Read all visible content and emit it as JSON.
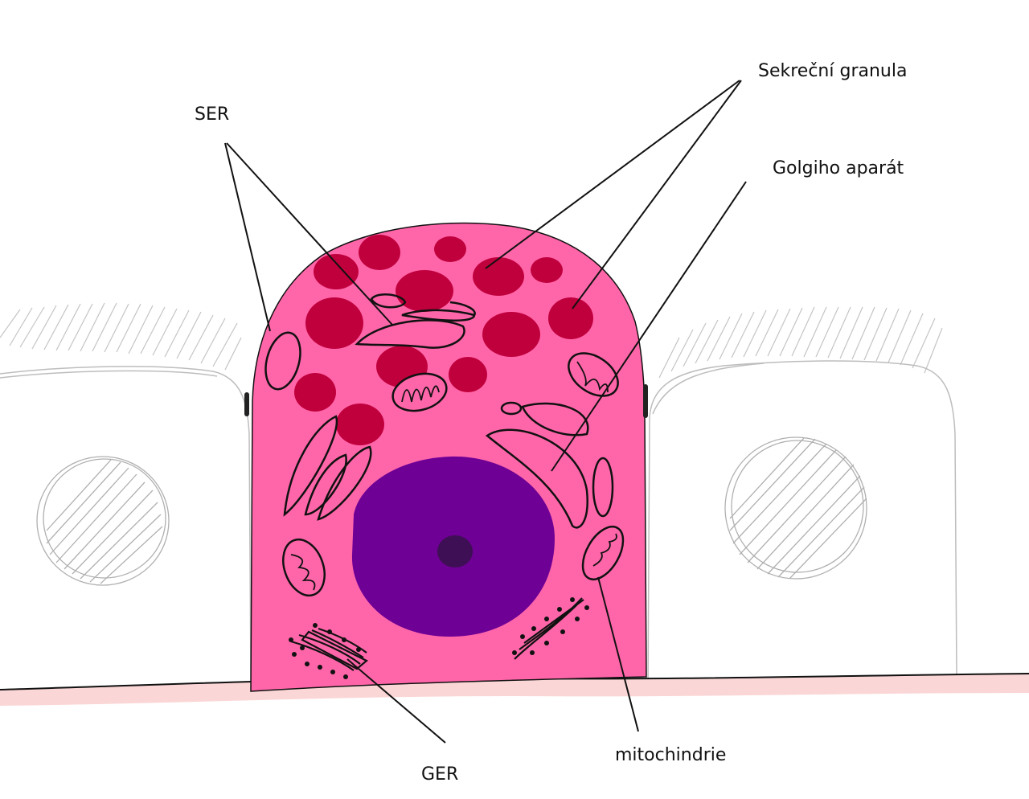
{
  "labels": {
    "ser": "SER",
    "secretory_granules": "Sekreční granula",
    "golgi": "Golgiho aparát",
    "mitochondria": "mitochindrie",
    "ger": "GER"
  },
  "colors": {
    "cytoplasm": "#ff66aa",
    "granule": "#c0003c",
    "nucleus": "#6e0095",
    "nucleolus": "#3f0f55",
    "basement_membrane": "#f4a6a6",
    "outline": "#111111",
    "neighbor_sketch": "#bdbdbd"
  }
}
